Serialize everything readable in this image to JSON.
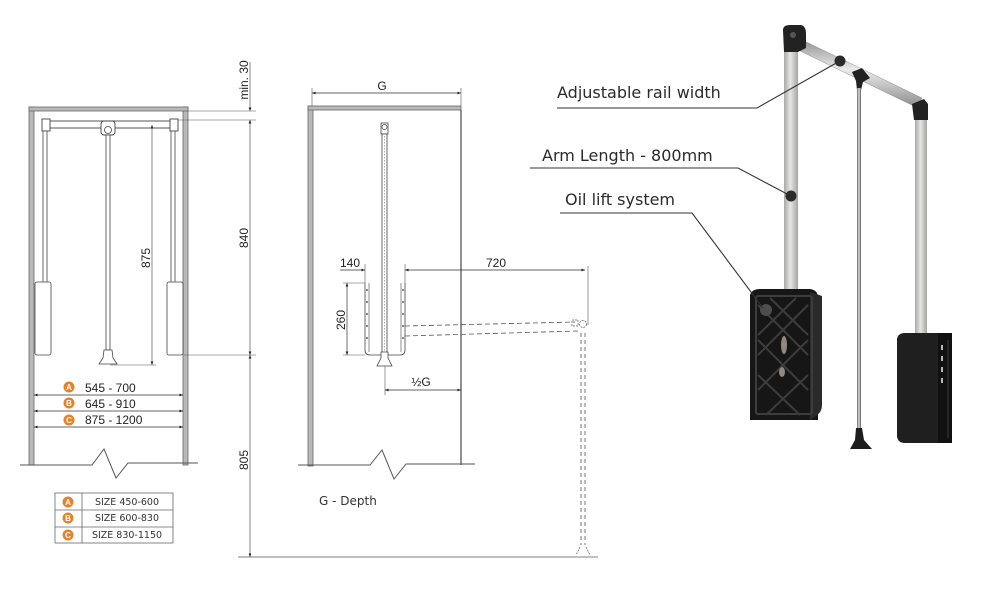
{
  "front_view": {
    "min_gap_label": "min. 30",
    "rail_height_label": "840",
    "arm_drop_label": "875",
    "floor_height_label": "805",
    "width_ranges": [
      {
        "badge": "A",
        "text": "545 - 700"
      },
      {
        "badge": "B",
        "text": "645 - 910"
      },
      {
        "badge": "C",
        "text": "875 - 1200"
      }
    ]
  },
  "size_table": {
    "rows": [
      {
        "badge": "A",
        "text": "SIZE 450-600"
      },
      {
        "badge": "B",
        "text": "SIZE 600-830"
      },
      {
        "badge": "C",
        "text": "SIZE 830-1150"
      }
    ]
  },
  "side_view": {
    "depth_symbol": "G",
    "pad_width_label": "140",
    "pad_height_label": "260",
    "reach_label": "720",
    "half_depth_label": "½G",
    "depth_caption": "G -  Depth"
  },
  "product_callouts": {
    "rail_width": "Adjustable rail width",
    "arm_length": "Arm Length - 800mm",
    "oil_lift": "Oil lift system"
  },
  "colors": {
    "badge": "#e8822a",
    "line": "#555555",
    "panel": "#b9b9b9",
    "plastic": "#1c1c1c",
    "aluminium": "#c9c9c4"
  }
}
